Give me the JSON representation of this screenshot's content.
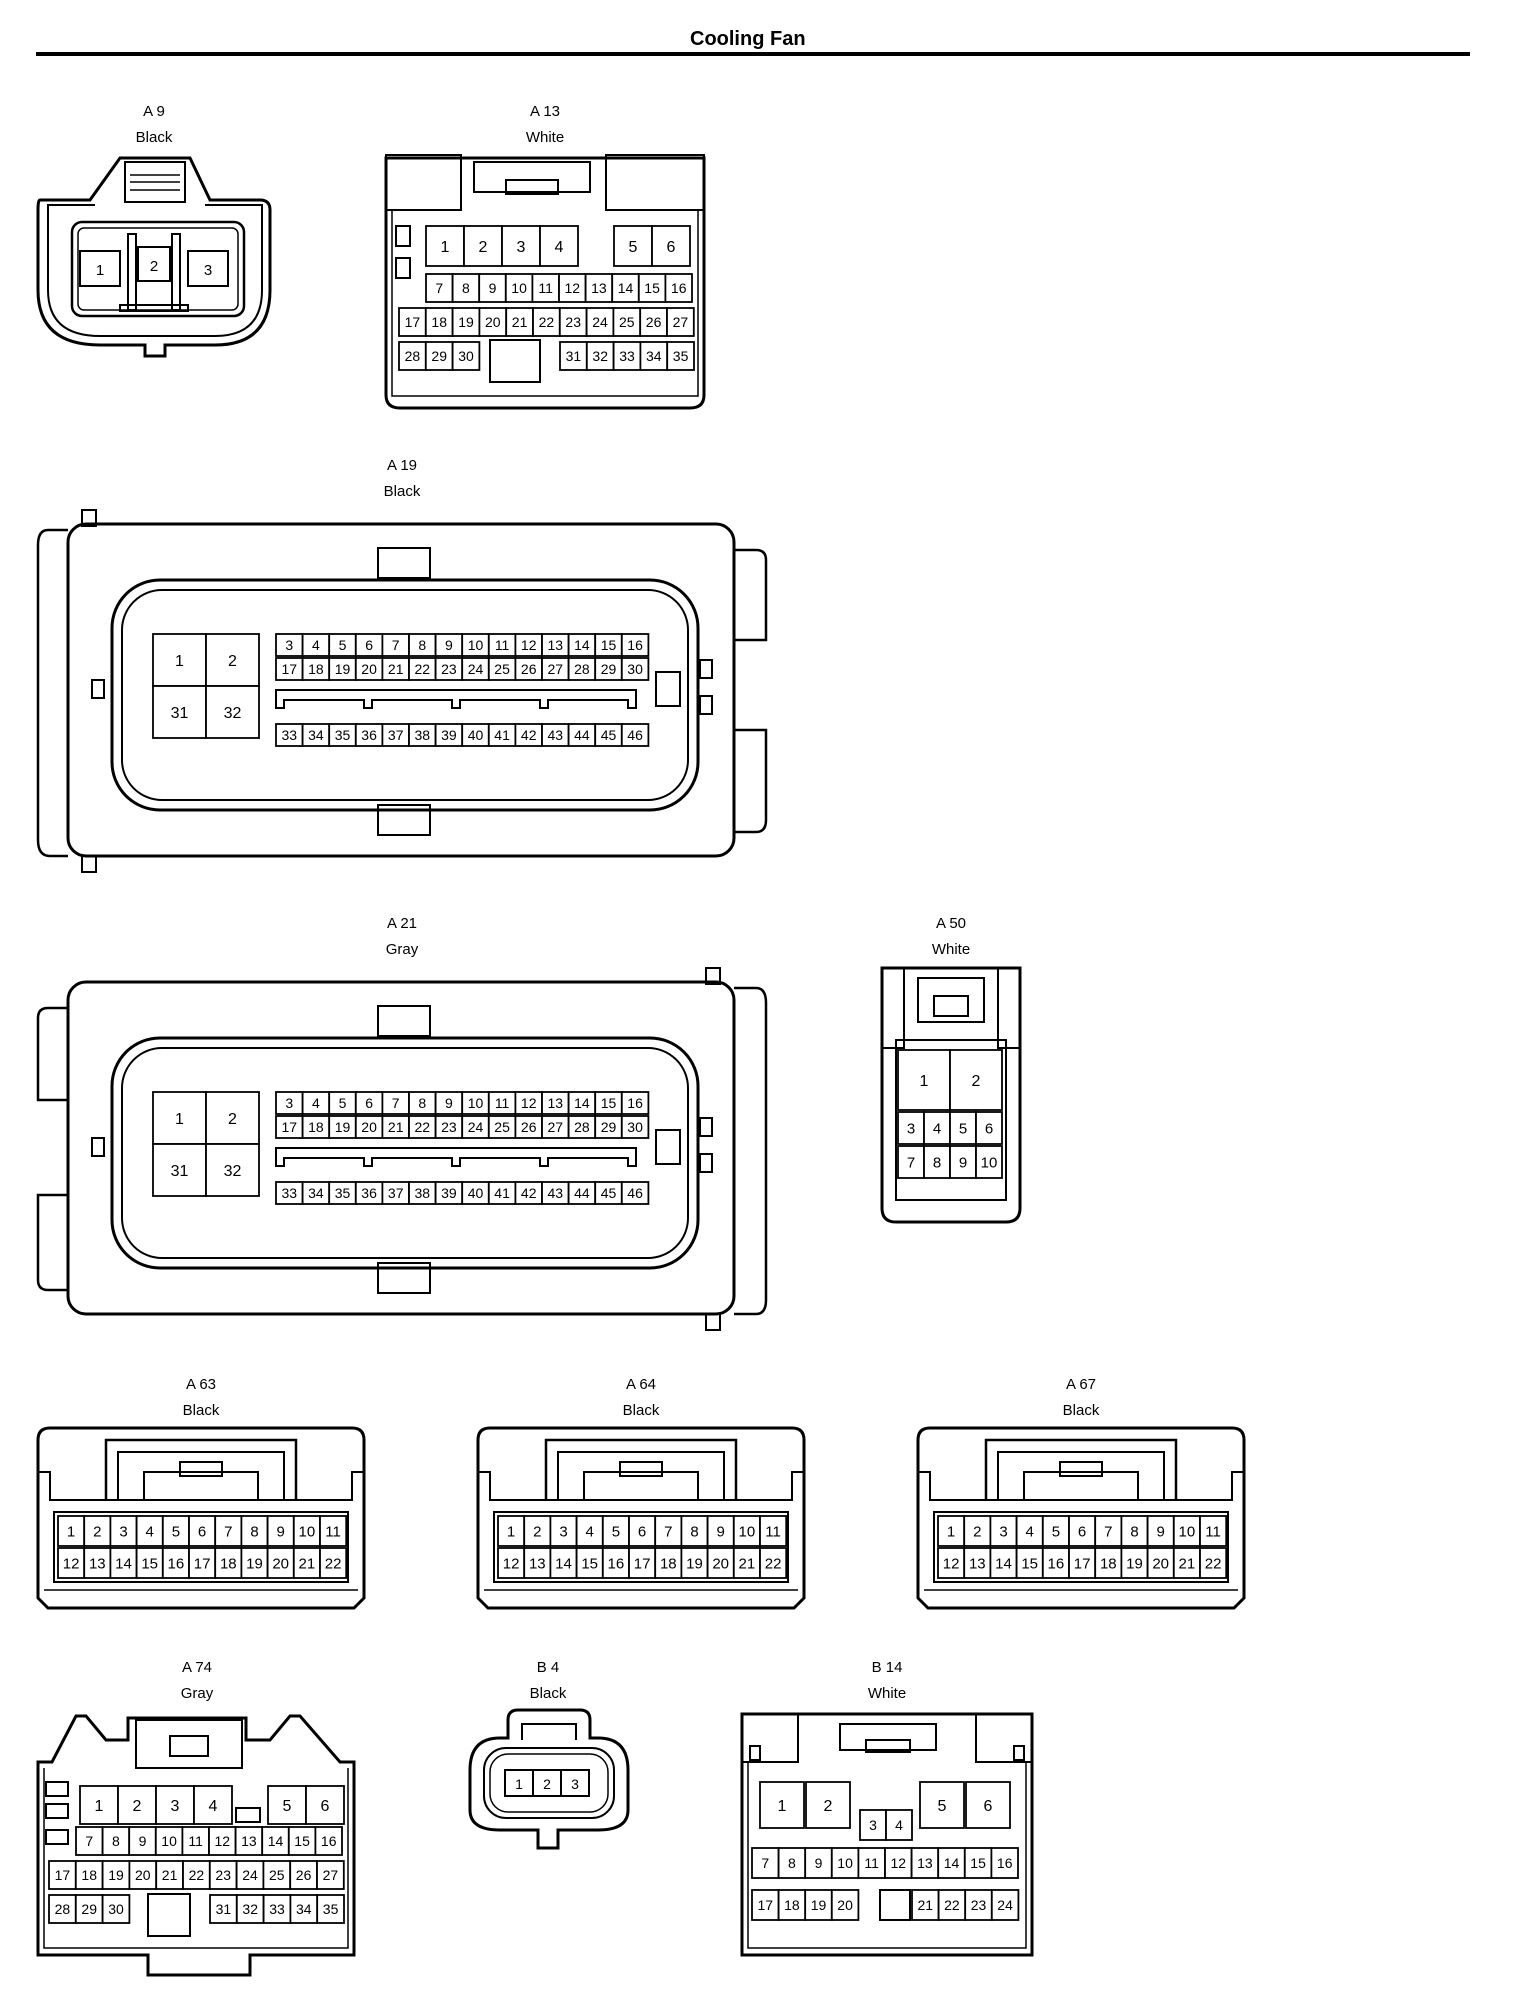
{
  "page": {
    "title": "Cooling Fan"
  },
  "connectors": {
    "a9": {
      "id": "A 9",
      "color": "Black"
    },
    "a13": {
      "id": "A 13",
      "color": "White"
    },
    "a19": {
      "id": "A 19",
      "color": "Black"
    },
    "a21": {
      "id": "A 21",
      "color": "Gray"
    },
    "a50": {
      "id": "A 50",
      "color": "White"
    },
    "a63": {
      "id": "A 63",
      "color": "Black"
    },
    "a64": {
      "id": "A 64",
      "color": "Black"
    },
    "a67": {
      "id": "A 67",
      "color": "Black"
    },
    "a74": {
      "id": "A 74",
      "color": "Gray"
    },
    "b4": {
      "id": "B 4",
      "color": "Black"
    },
    "b14": {
      "id": "B 14",
      "color": "White"
    }
  }
}
